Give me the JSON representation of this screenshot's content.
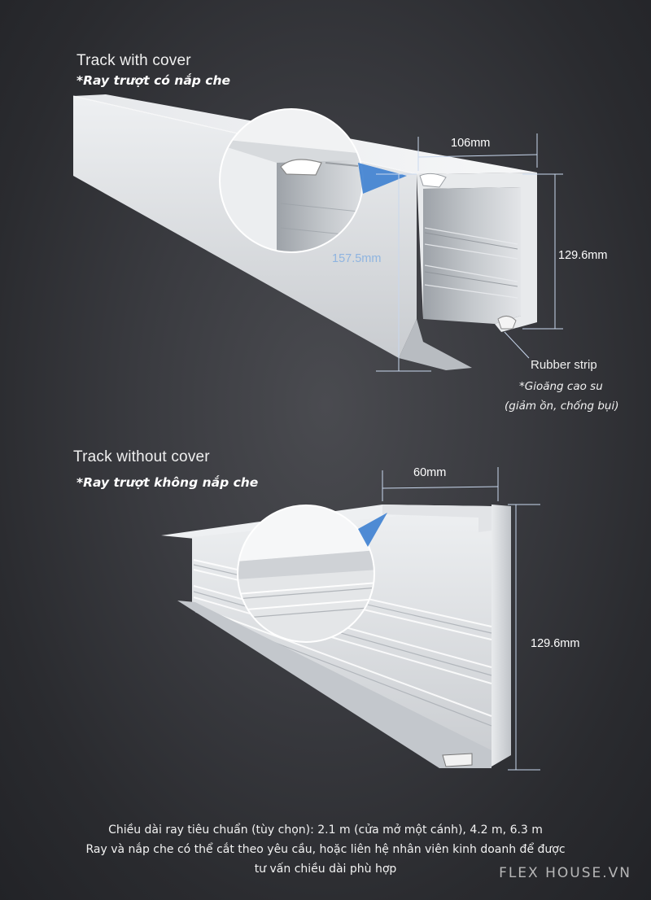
{
  "top": {
    "title": "Track with cover",
    "subtitle": "*Ray trượt có nắp che",
    "dim_width": "106mm",
    "dim_height": "129.6mm",
    "dim_total": "157.5mm",
    "rubber_label": "Rubber strip",
    "rubber_note_1": "*Gioăng cao su",
    "rubber_note_2": "(giảm ồn, chống bụi)"
  },
  "bottom": {
    "title": "Track without cover",
    "subtitle": "*Ray trượt không nắp che",
    "dim_width": "60mm",
    "dim_height": "129.6mm"
  },
  "footer": {
    "line1": "Chiều dài ray tiêu chuẩn (tùy chọn): 2.1 m (cửa mở một cánh), 4.2 m, 6.3 m",
    "line2": "Ray và nắp che có thể cắt theo yêu cầu, hoặc liên hệ nhân viên kinh doanh để được",
    "line3": "tư vấn chiều dài phù hợp"
  },
  "brand": "FLEX HOUSE.VN",
  "colors": {
    "background": "#3a3b40",
    "dimension_blue": "#8fb4e0",
    "aluminium": "#d8dadd"
  }
}
